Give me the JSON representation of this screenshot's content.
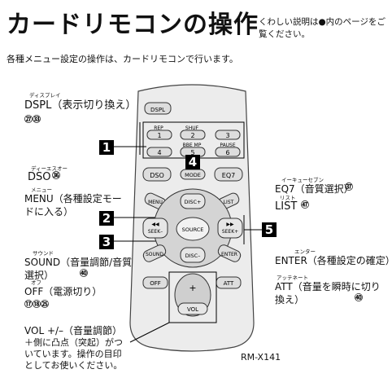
{
  "header": {
    "title": "カードリモコンの操作",
    "note": "くわしい説明は●内のページをご覧ください。"
  },
  "intro": "各種メニュー設定の操作は、カードリモコンで行います。",
  "labels": {
    "dspl_ruby": "ディスプレイ",
    "dspl": "DSPL（表示切り換え）",
    "dspl_refs": "㉗㉝",
    "dso_ruby": "ディーエスオー",
    "dso": "DSO",
    "dso_ref": "㊱",
    "menu_ruby": "メニュー",
    "menu": "MENU（各種設定モードに入る）",
    "sound_ruby": "サウンド",
    "sound": "SOUND（音量調節/音質選択）",
    "sound_ref": "㊵",
    "off_ruby": "オフ",
    "off": "OFF（電源切り）",
    "off_refs": "⑰⑱㉕",
    "vol": "VOL +/–（音量調節）",
    "vol_note": "＋側に凸点（突起）がついています。操作の目印としてお使いください。",
    "eq7_ruby": "イーキューセブン",
    "eq7": "EQ7（音質選択）",
    "eq7_ref": "㊲",
    "list_ruby": "リスト",
    "list": "LIST",
    "list_ref": "㊼",
    "enter_ruby": "エンター",
    "enter": "ENTER（各種設定の確定）",
    "att_ruby": "アッテネート",
    "att": "ATT（音量を瞬時に切り換え）",
    "att_ref": "㊵",
    "model": "RM-X141"
  },
  "callouts": [
    "1",
    "2",
    "3",
    "4",
    "5"
  ],
  "remote": {
    "dspl": "DSPL",
    "rep": "REP",
    "shuf": "SHUF",
    "bbe_mp": "BBE MP",
    "pause": "PAUSE",
    "n1": "1",
    "n2": "2",
    "n3": "3",
    "n4": "4",
    "n5": "5",
    "n6": "6",
    "dso": "DSO",
    "mode": "MODE",
    "eq7": "EQ7",
    "menu": "MENU",
    "disc_plus": "DISC+",
    "list": "LIST",
    "seek_minus": "SEEK–",
    "source": "SOURCE",
    "seek_plus": "SEEK+",
    "sound": "SOUND",
    "disc_minus": "DISC–",
    "enter": "ENTER",
    "off": "OFF",
    "att": "ATT",
    "vol_plus": "+",
    "vol": "VOL"
  }
}
